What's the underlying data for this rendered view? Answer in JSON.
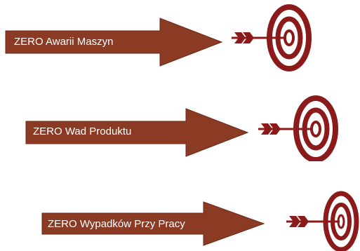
{
  "colors": {
    "arrow_fill": "#8b3a24",
    "arrow_stroke": "#6e2a1a",
    "target_red": "#8b1a1a",
    "label_text": "#ffffff"
  },
  "goals": [
    {
      "label": "ZERO Awarii Maszyn",
      "icon": "target-with-arrow-icon"
    },
    {
      "label": "ZERO Wad Produktu",
      "icon": "target-with-arrow-icon"
    },
    {
      "label": "ZERO Wypadków Przy Pracy",
      "icon": "target-with-arrow-icon"
    }
  ]
}
